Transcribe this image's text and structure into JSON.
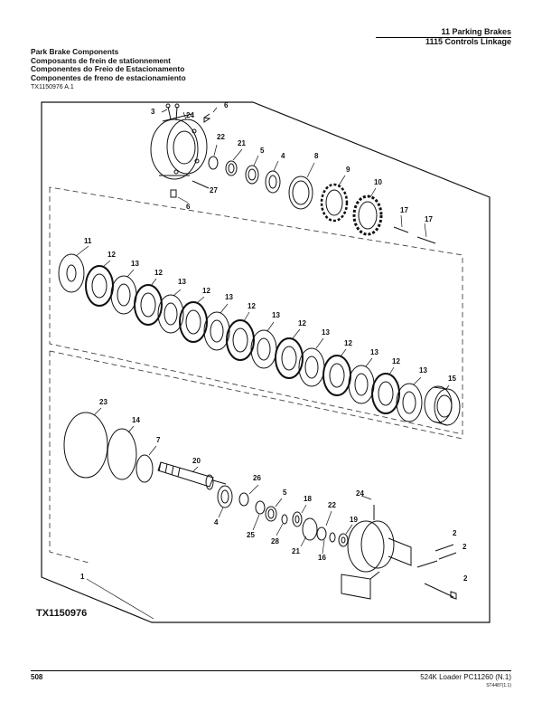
{
  "header": {
    "section": "11 Parking Brakes",
    "group": "1115 Controls Linkage"
  },
  "titles": {
    "en": "Park Brake Components",
    "fr": "Composants de frein de stationnement",
    "pt": "Componentes do Freio de Estacionamento",
    "es": "Componentes de freno de estacionamiento"
  },
  "figure": {
    "reference": "TX1150976 A.1",
    "label": "TX1150976"
  },
  "callouts": {
    "c1": "1",
    "c2a": "2",
    "c2b": "2",
    "c2c": "2",
    "c3": "3",
    "c4a": "4",
    "c4b": "4",
    "c5a": "5",
    "c5b": "5",
    "c6a": "6",
    "c6b": "6",
    "c7": "7",
    "c8": "8",
    "c9": "9",
    "c10": "10",
    "c11": "11",
    "c12a": "12",
    "c12b": "12",
    "c12c": "12",
    "c12d": "12",
    "c12e": "12",
    "c12f": "12",
    "c12g": "12",
    "c13a": "13",
    "c13b": "13",
    "c13c": "13",
    "c13d": "13",
    "c13e": "13",
    "c13f": "13",
    "c13g": "13",
    "c14": "14",
    "c15": "15",
    "c16": "16",
    "c17a": "17",
    "c17b": "17",
    "c18": "18",
    "c19": "19",
    "c20": "20",
    "c21a": "21",
    "c21b": "21",
    "c22a": "22",
    "c22b": "22",
    "c23": "23",
    "c24a": "24",
    "c24b": "24",
    "c25": "25",
    "c26": "26",
    "c27": "27",
    "c28": "28"
  },
  "footer": {
    "page": "508",
    "model": "524K Loader   PC11260   (N.1)",
    "code": "ST4487(1.1)"
  },
  "colors": {
    "ink": "#111111",
    "dash": "#444444"
  }
}
